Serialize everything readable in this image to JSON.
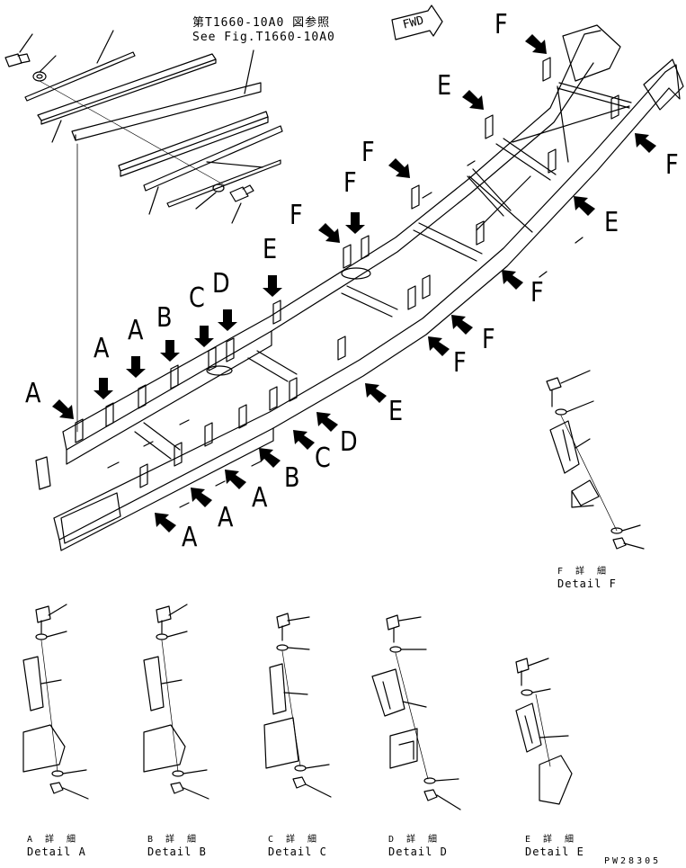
{
  "reference": {
    "line1": "第T1660-10A0 図参照",
    "line2": "See Fig.T1660-10A0"
  },
  "fwd_label": "FWD",
  "callouts": {
    "f_top": "F",
    "e_top": "E",
    "f_mid1": "F",
    "f_mid2": "F",
    "f_left": "F",
    "e_upper": "E",
    "d_upper": "D",
    "c_upper": "C",
    "b_upper": "B",
    "a_upper1": "A",
    "a_upper2": "A",
    "a_left": "A",
    "f_right1": "F",
    "e_right": "E",
    "f_right2": "F",
    "f_right3": "F",
    "f_right4": "F",
    "e_lower": "E",
    "d_lower": "D",
    "c_lower": "C",
    "b_lower": "B",
    "a_lower1": "A",
    "a_lower2": "A",
    "a_lower3": "A"
  },
  "details": [
    {
      "jp": "A 詳 細",
      "en": "Detail A"
    },
    {
      "jp": "B 詳 細",
      "en": "Detail B"
    },
    {
      "jp": "C 詳 細",
      "en": "Detail C"
    },
    {
      "jp": "D 詳 細",
      "en": "Detail D"
    },
    {
      "jp": "E 詳 細",
      "en": "Detail E"
    },
    {
      "jp": "F 詳 細",
      "en": "Detail F"
    }
  ],
  "drawing_code": "PW28305"
}
